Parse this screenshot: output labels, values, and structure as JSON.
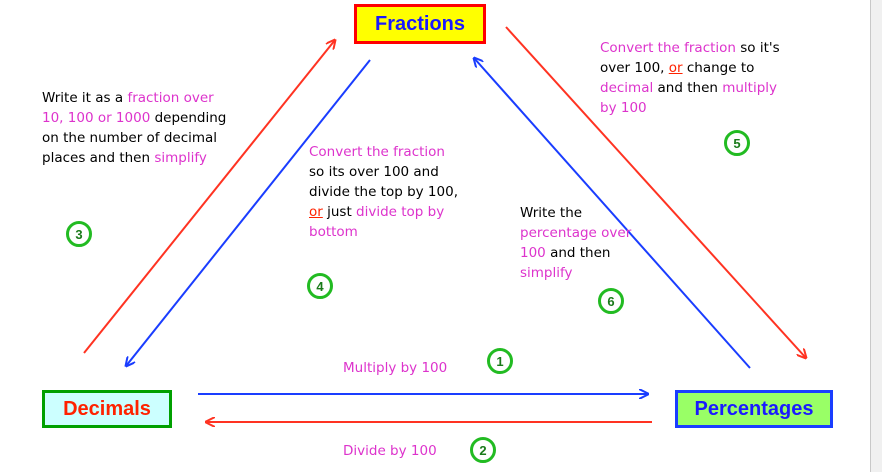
{
  "nodes": {
    "fractions": "Fractions",
    "decimals": "Decimals",
    "percentages": "Percentages"
  },
  "colors": {
    "arrow_blue": "#1a3dff",
    "arrow_red": "#ff3322",
    "highlight_pink": "#dd33cc",
    "badge_green": "#22bb22"
  },
  "steps": {
    "s1": {
      "number": "1",
      "text": "Multiply by 100"
    },
    "s2": {
      "number": "2",
      "text": "Divide by 100"
    },
    "s3": {
      "number": "3",
      "parts": [
        "Write it as a ",
        "fraction over 10, 100 or 1000",
        " depending on the number of decimal places and then ",
        "simplify"
      ]
    },
    "s4": {
      "number": "4",
      "parts": [
        "Convert the fraction",
        " so its over 100 and divide the top by 100, ",
        "or",
        " just ",
        "divide top by bottom"
      ]
    },
    "s5": {
      "number": "5",
      "parts": [
        "Convert the fraction",
        " so it's over 100, ",
        "or",
        " change to ",
        "decimal",
        " and then ",
        "multiply by 100"
      ]
    },
    "s6": {
      "number": "6",
      "parts": [
        "Write the ",
        "percentage over 100",
        " and then ",
        "simplify"
      ]
    }
  }
}
